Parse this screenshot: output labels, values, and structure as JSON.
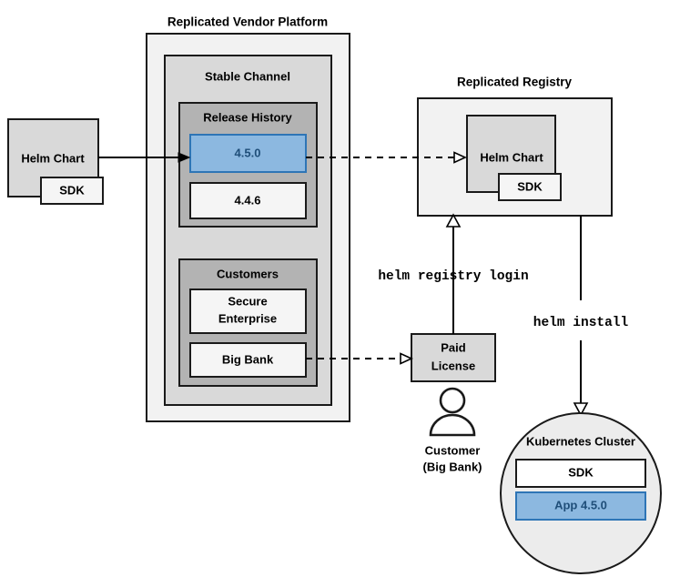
{
  "diagram": {
    "title_platform": "Replicated Vendor Platform",
    "title_registry": "Replicated Registry",
    "source_chart": {
      "label": "Helm Chart",
      "sdk_label": "SDK"
    },
    "stable_channel": {
      "label": "Stable Channel"
    },
    "release_history": {
      "label": "Release History",
      "releases": [
        {
          "version": "4.5.0",
          "highlighted": true
        },
        {
          "version": "4.4.6",
          "highlighted": false
        }
      ]
    },
    "customers": {
      "label": "Customers",
      "items": [
        {
          "name": "Secure\nEnterprise",
          "line1": "Secure",
          "line2": "Enterprise"
        },
        {
          "name": "Big Bank",
          "line1": "Big Bank",
          "line2": ""
        }
      ]
    },
    "registry_chart": {
      "label": "Helm Chart",
      "sdk_label": "SDK"
    },
    "paid_license": {
      "line1": "Paid",
      "line2": "License"
    },
    "customer_actor": {
      "line1": "Customer",
      "line2": "(Big Bank)",
      "icon": "person-icon"
    },
    "cluster": {
      "label": "Kubernetes Cluster",
      "sdk_label": "SDK",
      "app_label": "App 4.5.0"
    },
    "commands": [
      {
        "text": "helm registry login"
      },
      {
        "text": "helm install"
      }
    ],
    "colors": {
      "accent_blue_fill": "#8CB8E0",
      "accent_blue_border": "#2E75B6",
      "accent_blue_text": "#1F4E79",
      "outer_gray": "#F2F2F2",
      "channel_gray": "#D9D9D9",
      "group_gray": "#B3B3B3",
      "cluster_gray": "#ECECEC"
    }
  }
}
